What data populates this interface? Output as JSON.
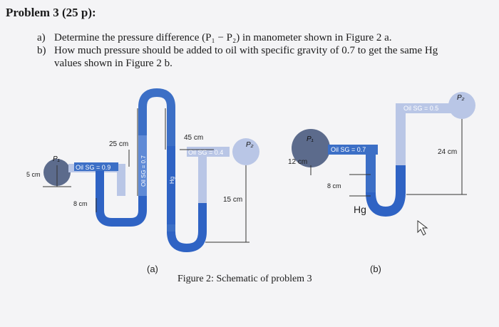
{
  "title": "Problem 3 (25 p):",
  "questions": [
    {
      "label": "a)",
      "lines": [
        "Determine the pressure difference (P₁ − P₂) in manometer shown in Figure 2 a."
      ]
    },
    {
      "label": "b)",
      "lines": [
        "How much pressure should be added to oil with specific gravity of 0.7 to get the same Hg",
        "values shown in Figure 2 b."
      ]
    }
  ],
  "figure": {
    "caption": "Figure 2: Schematic of problem 3",
    "a": {
      "label": "(a)",
      "p1": "P₁",
      "p2": "P₂",
      "oil1": "Oil SG = 0.9",
      "oil2": "Oil SG = 0.7",
      "hg": "Hg",
      "oil3": "Oil SG = 0.4",
      "dim_5": "5 cm",
      "dim_8": "8 cm",
      "dim_25": "25 cm",
      "dim_45": "45 cm",
      "dim_15": "15 cm"
    },
    "b": {
      "label": "(b)",
      "p1": "P₁",
      "p2": "P₂",
      "oil1": "Oil SG = 0.7",
      "oil2": "Oil SG = 0.5",
      "hg": "Hg",
      "dim_12": "12 cm",
      "dim_8": "8 cm",
      "dim_24": "24 cm"
    }
  },
  "colors": {
    "tube_dark": "#3c6fc6",
    "tube_light": "#b9c6e6",
    "tube_hg": "#2f63c4",
    "tank": "#5c6b8c",
    "dim": "#333333"
  }
}
